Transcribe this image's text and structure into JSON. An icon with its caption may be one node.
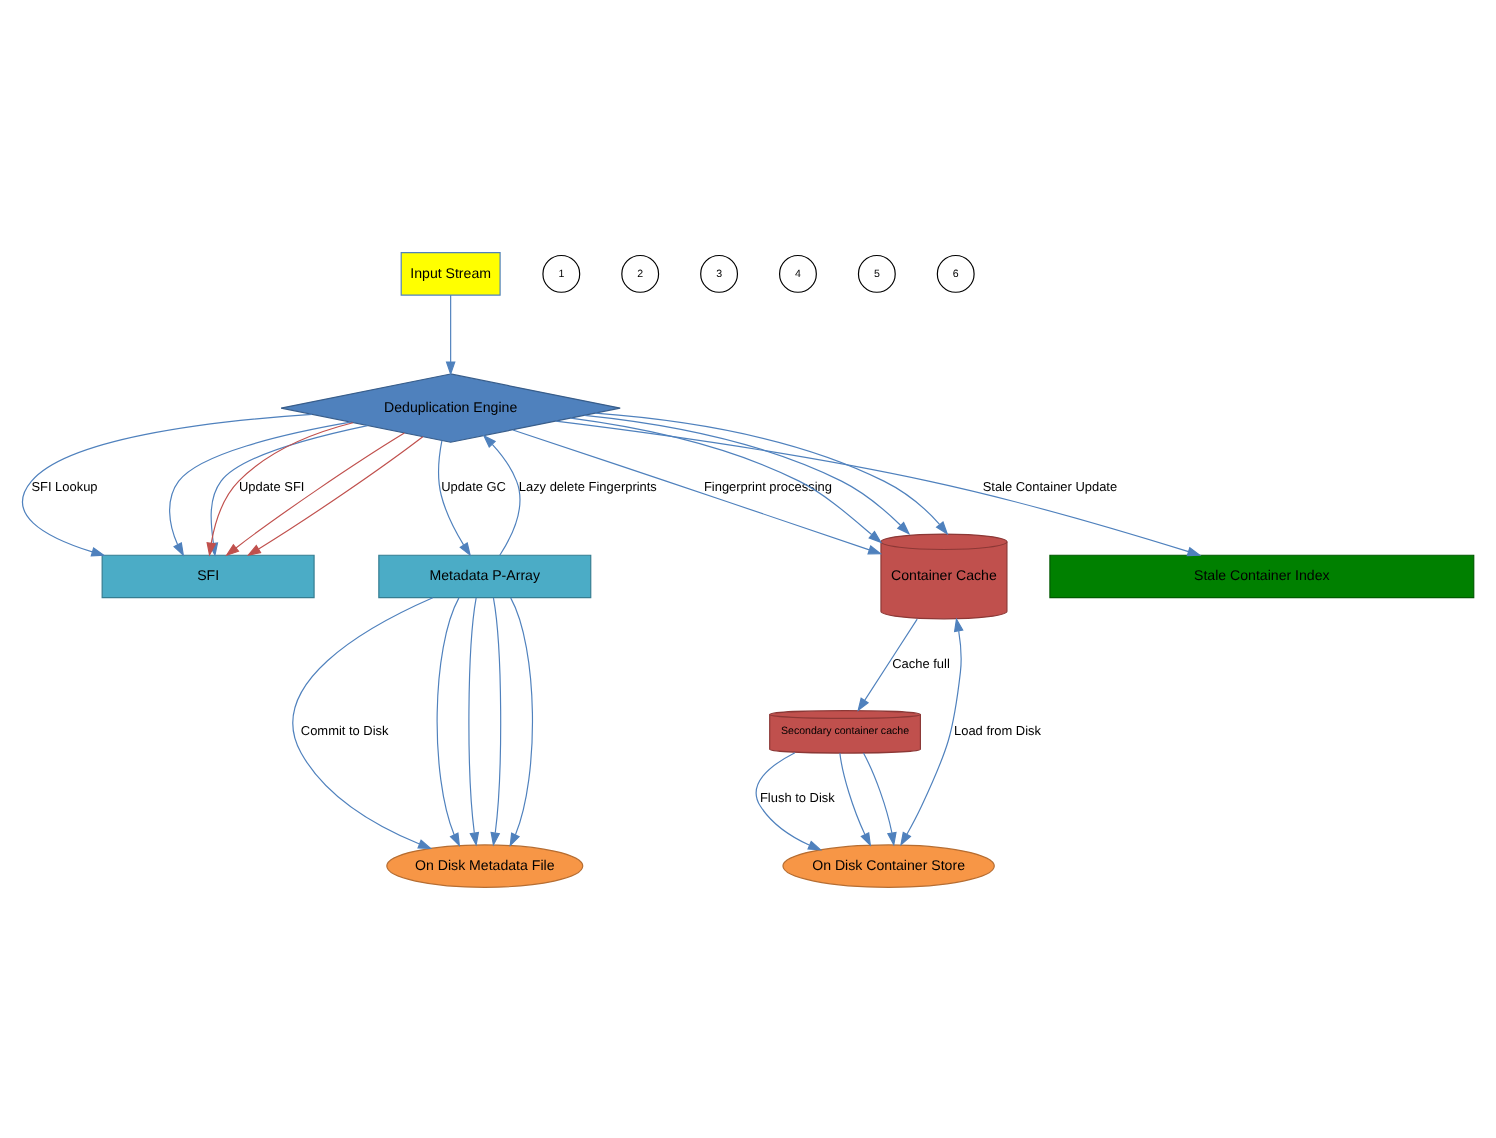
{
  "diagram": {
    "nodes": [
      {
        "text": [
          "Input Stream"
        ]
      },
      {
        "text": [
          "Deduplication Engine"
        ]
      },
      {
        "text": [
          "SFI"
        ]
      },
      {
        "text": [
          "Metadata P-Array"
        ]
      },
      {
        "text": [
          "Container Cache"
        ]
      },
      {
        "text": [
          "Secondary container cache"
        ]
      },
      {
        "text": [
          "On Disk Metadata File"
        ]
      },
      {
        "text": [
          "On Disk Container Store"
        ]
      },
      {
        "text": [
          "Stale Container Index"
        ]
      },
      {
        "text": [
          "1"
        ]
      },
      {
        "text": [
          "2"
        ]
      },
      {
        "text": [
          "3"
        ]
      },
      {
        "text": [
          "4"
        ]
      },
      {
        "text": [
          "5"
        ]
      },
      {
        "text": [
          "6"
        ]
      }
    ],
    "edges": [
      {
        "from": 0,
        "to": 1,
        "arrow": "to"
      },
      {
        "from": 1,
        "to": 2,
        "arrow": "to",
        "label": "SFI Lookup"
      },
      {
        "from": 1,
        "to": 2,
        "arrow": "to"
      },
      {
        "from": 1,
        "to": 2,
        "arrow": "to"
      },
      {
        "from": 1,
        "to": 2,
        "arrow": "to",
        "label": "Update SFI",
        "color": "#c0504d"
      },
      {
        "from": 1,
        "to": 2,
        "arrow": "to",
        "color": "#c0504d"
      },
      {
        "from": 1,
        "to": 2,
        "arrow": "to",
        "color": "#c0504d"
      },
      {
        "from": 1,
        "to": 4,
        "arrow": "to",
        "label": "Fingerprint processing"
      },
      {
        "from": 1,
        "to": 4,
        "arrow": "to"
      },
      {
        "from": 1,
        "to": 4,
        "arrow": "to"
      },
      {
        "from": 1,
        "to": 4,
        "arrow": "to"
      },
      {
        "from": 4,
        "to": 5,
        "arrow": "to",
        "label": "Cache full"
      },
      {
        "from": 4,
        "to": 7,
        "arrow": "both",
        "label": "Load from Disk"
      },
      {
        "from": 5,
        "to": 7,
        "arrow": "to",
        "label": "Flush to Disk"
      },
      {
        "from": 5,
        "to": 7,
        "arrow": "to"
      },
      {
        "from": 5,
        "to": 7,
        "arrow": "to"
      },
      {
        "from": 1,
        "to": 8,
        "arrow": "to",
        "label": "Stale Container Update"
      },
      {
        "from": 3,
        "to": 1,
        "arrow": "to",
        "label": "Lazy delete Fingerprints"
      },
      {
        "from": 1,
        "to": 3,
        "arrow": "to",
        "label": "Update GC"
      },
      {
        "from": 3,
        "to": 6,
        "arrow": "to",
        "label": "Commit to Disk"
      },
      {
        "from": 3,
        "to": 6,
        "arrow": "to"
      },
      {
        "from": 3,
        "to": 6,
        "arrow": "to"
      },
      {
        "from": 3,
        "to": 6,
        "arrow": "to"
      },
      {
        "from": 3,
        "to": 6,
        "arrow": "to"
      }
    ]
  }
}
